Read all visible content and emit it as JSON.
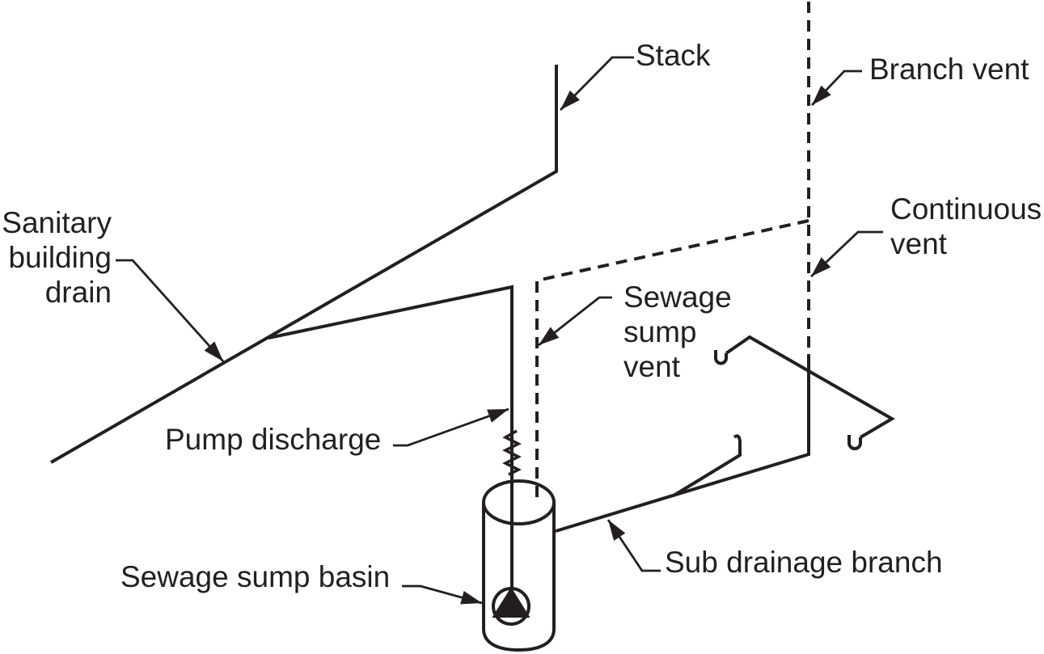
{
  "diagram": {
    "type": "plumbing-isometric-diagram",
    "background_color": "#ffffff",
    "ink_color": "#231f20",
    "line_styles": {
      "solid": "drain / discharge piping",
      "dashed": "vent piping"
    },
    "labels": {
      "stack": {
        "lines": [
          "Stack"
        ]
      },
      "branch_vent": {
        "lines": [
          "Branch vent"
        ]
      },
      "continuous_vent": {
        "lines": [
          "Continuous",
          "vent"
        ]
      },
      "sanitary_building_drain": {
        "lines": [
          "Sanitary",
          "building",
          "drain"
        ]
      },
      "sewage_sump_vent": {
        "lines": [
          "Sewage",
          "sump",
          "vent"
        ]
      },
      "pump_discharge": {
        "lines": [
          "Pump discharge"
        ]
      },
      "sewage_sump_basin": {
        "lines": [
          "Sewage sump basin"
        ]
      },
      "sub_drainage_branch": {
        "lines": [
          "Sub drainage branch"
        ]
      }
    }
  }
}
